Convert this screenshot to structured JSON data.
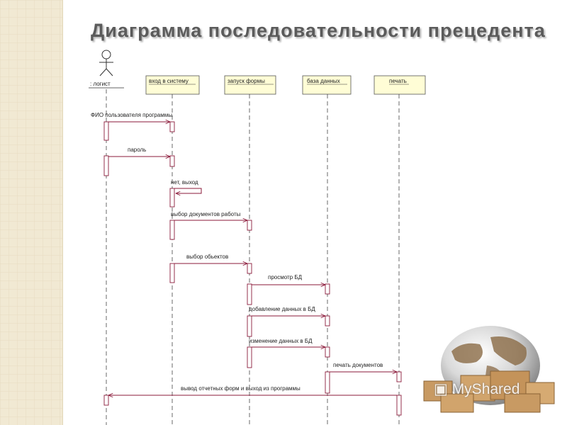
{
  "title": "Диаграмма последовательности прецедента",
  "actor": {
    "label": ": логист"
  },
  "lifelines": [
    {
      "label": "вход в систему"
    },
    {
      "label": "запуск формы"
    },
    {
      "label": "база данных"
    },
    {
      "label": "печать"
    }
  ],
  "messages": [
    {
      "label": "ФИО пользователя программы"
    },
    {
      "label": "пароль"
    },
    {
      "label": "нет, выход"
    },
    {
      "label": "выбор документов работы"
    },
    {
      "label": "выбор обьектов"
    },
    {
      "label": "просмотр БД"
    },
    {
      "label": "добавление данных в БД"
    },
    {
      "label": "изменение данных в БД"
    },
    {
      "label": "печать документов"
    },
    {
      "label": "вывод отчетных форм и выход из программы"
    }
  ],
  "watermark": "MyShared",
  "colors": {
    "lifeline_box": "#fffdd6",
    "message": "#8b1a3a",
    "activation": "#8b1a3a",
    "page_border": "#f1e9d3"
  }
}
